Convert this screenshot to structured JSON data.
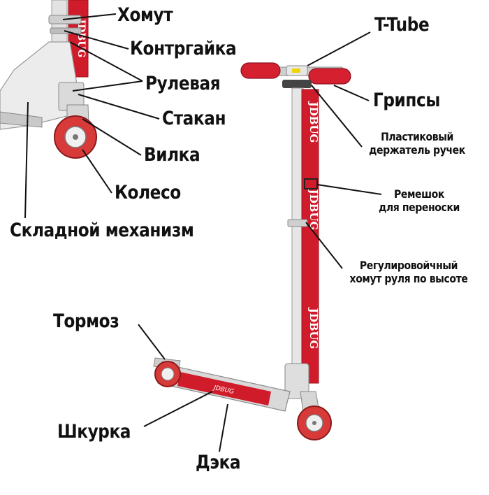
{
  "colors": {
    "red": "#d01c2a",
    "dark_red": "#9e1220",
    "metal": "#dcdcdc",
    "metal_dark": "#9a9a9a",
    "tire": "#e04646",
    "leader": "#111111",
    "text": "#111111"
  },
  "labels": {
    "khomut": "Хомут",
    "kontrgaika": "Контргайка",
    "rulevaya": "Рулевая",
    "stakan": "Стакан",
    "vilka": "Вилка",
    "koleso": "Колесо",
    "skladnoy": "Складной механизм",
    "t_tube": "T-Tube",
    "gripsy": "Грипсы",
    "derzhatel_1": "Пластиковый",
    "derzhatel_2": "держатель ручек",
    "remeshok_1": "Ремешок",
    "remeshok_2": "для переноски",
    "regul_1": "Регулировойчный",
    "regul_2": "хомут руля по высоте",
    "tormoz": "Тормоз",
    "shkurka": "Шкурка",
    "deka": "Дэка"
  },
  "brand_text": "JDBUG"
}
